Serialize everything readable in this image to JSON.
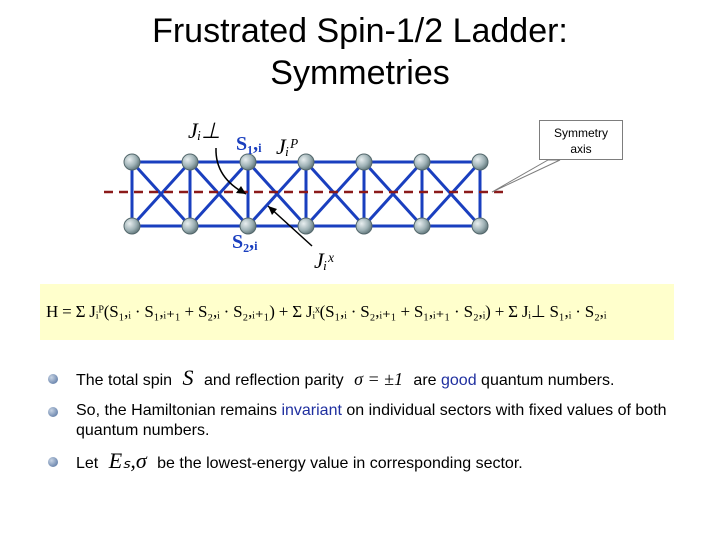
{
  "title": {
    "line1": "Frustrated Spin-1/2 Ladder:",
    "line2": "Symmetries"
  },
  "callout": {
    "line1": "Symmetry",
    "line2": "axis"
  },
  "diagram_labels": {
    "j_perp": "Jᵢ⊥",
    "s1": "S₁,ᵢ",
    "j_p": "Jᵢᴾ",
    "s2": "S₂,ᵢ",
    "j_x": "Jᵢˣ"
  },
  "equation": {
    "text": "H = Σ Jᵢᴾ(S₁,ᵢ · S₁,ᵢ₊₁ + S₂,ᵢ · S₂,ᵢ₊₁) + Σ Jᵢˣ(S₁,ᵢ · S₂,ᵢ₊₁ + S₁,ᵢ₊₁ · S₂,ᵢ) + Σ Jᵢ⊥ S₁,ᵢ · S₂,ᵢ"
  },
  "bullets": {
    "b1_pre": "The total spin",
    "b1_sym": "S",
    "b1_mid": "and reflection parity",
    "b1_sym2": "σ = ±1",
    "b1_post_a": "are",
    "b1_good": "good",
    "b1_post_b": "quantum numbers.",
    "b2_pre": "So, the Hamiltonian remains",
    "b2_invariant": "invariant",
    "b2_post": "on individual sectors with fixed values of both quantum numbers.",
    "b3_pre": "Let",
    "b3_sym": "Eₛ,σ",
    "b3_post": "be the lowest-energy value in corresponding sector."
  },
  "colors": {
    "ladder_bond": "#1a3fbf",
    "symmetry_axis": "#8b1a1a",
    "highlight": "#1f2f9f",
    "equation_bg": "#ffffcc"
  }
}
